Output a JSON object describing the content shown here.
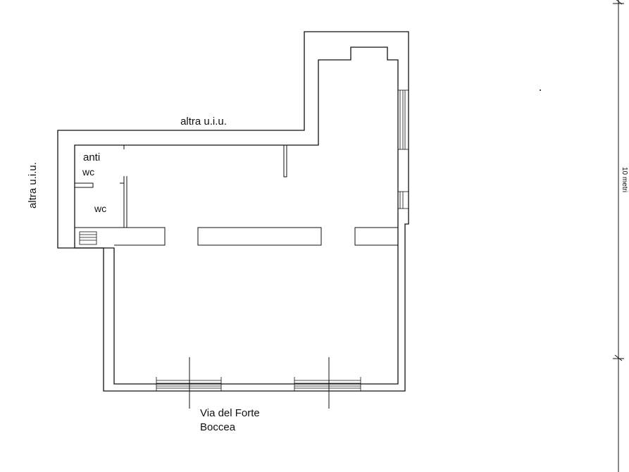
{
  "labels": {
    "neighbor_top": "altra u.i.u.",
    "neighbor_left": "altra u.i.u.",
    "anti": "anti",
    "wc_upper": "wc",
    "wc_lower": "wc",
    "street_line1": "Via del Forte",
    "street_line2": "Boccea",
    "scale": "10 metri"
  },
  "colors": {
    "ink": "#111111",
    "paper": "#ffffff"
  }
}
